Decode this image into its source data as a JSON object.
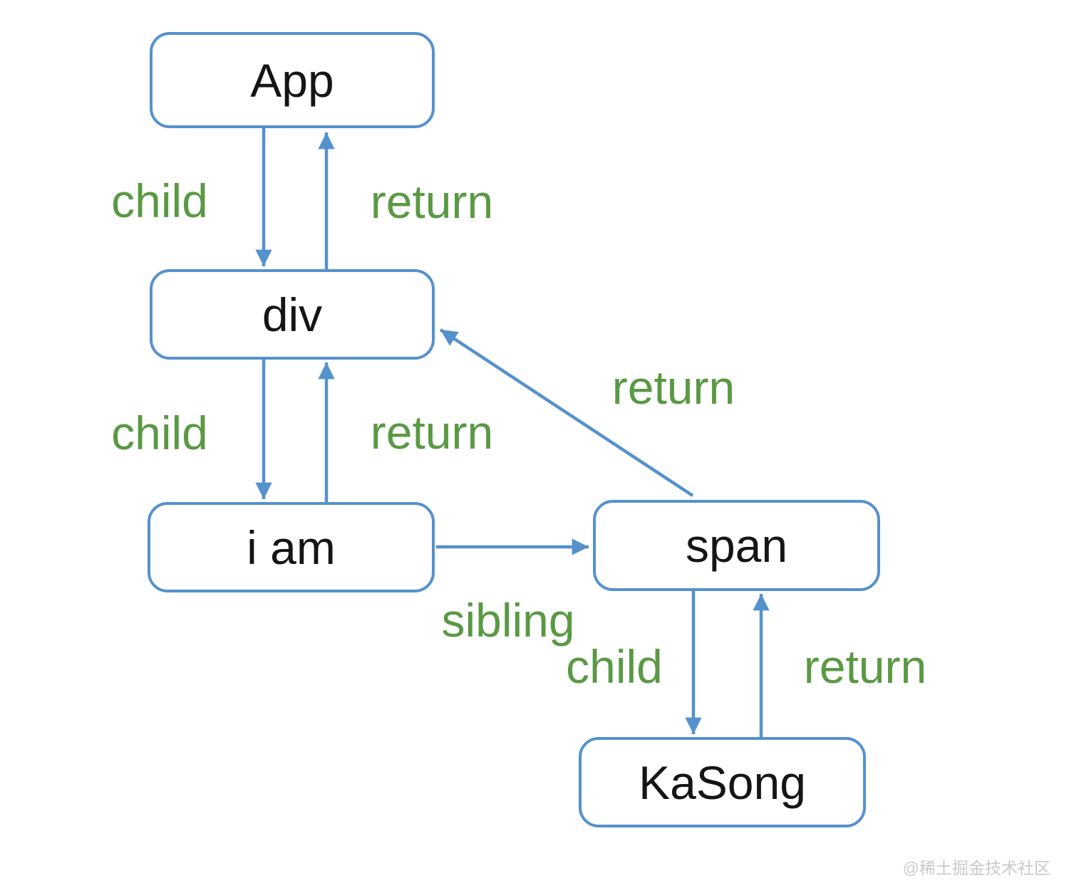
{
  "nodes": {
    "app": {
      "label": "App"
    },
    "div": {
      "label": "div"
    },
    "iam": {
      "label": "i am"
    },
    "span": {
      "label": "span"
    },
    "kasong": {
      "label": "KaSong"
    }
  },
  "edges": {
    "app_to_div": {
      "label": "child"
    },
    "div_to_app": {
      "label": "return"
    },
    "div_to_iam": {
      "label": "child"
    },
    "iam_to_div": {
      "label": "return"
    },
    "span_to_div": {
      "label": "return"
    },
    "iam_to_span": {
      "label": "sibling"
    },
    "span_to_kasong": {
      "label": "child"
    },
    "kasong_to_span": {
      "label": "return"
    }
  },
  "watermark": "@稀土掘金技术社区",
  "colors": {
    "node_border": "#5591CD",
    "arrow": "#5591CD",
    "edge_label_green": "#5A9944",
    "node_text": "#151515",
    "watermark_gray": "#C9C9C9",
    "background": "#FFFFFF"
  }
}
